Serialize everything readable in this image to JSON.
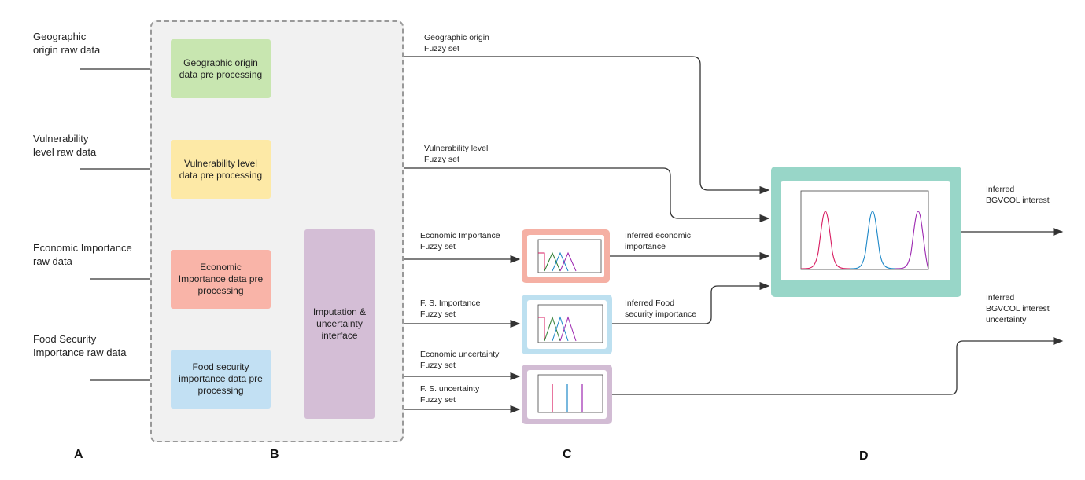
{
  "inputs": {
    "geo": "Geographic\norigin raw data",
    "vul": "Vulnerability\nlevel raw data",
    "eco": "Economic Importance\nraw data",
    "food": "Food Security\nImportance raw data"
  },
  "preprocessing": {
    "geo": "Geographic origin\ndata pre processing",
    "vul": "Vulnerability level\ndata pre processing",
    "eco": "Economic\nImportance data pre\nprocessing",
    "food": "Food security\nimportance data pre\nprocessing",
    "imputation": "Imputation &\nuncertainty\ninterface"
  },
  "fuzzy_labels": {
    "geo": "Geographic origin\nFuzzy set",
    "vul": "Vulnerability level\nFuzzy set",
    "eco": "Economic Importance\nFuzzy set",
    "fs": "F. S. Importance\nFuzzy set",
    "eco_unc": "Economic uncertainty\nFuzzy set",
    "fs_unc": "F. S. uncertainty\nFuzzy set"
  },
  "inferred": {
    "eco": "Inferred economic\nimportance",
    "food": "Inferred Food\nsecurity importance",
    "interest": "Inferred\nBGVCOL interest",
    "uncertainty": "Inferred\nBGVCOL interest\nuncertainty"
  },
  "stages": {
    "a": "A",
    "b": "B",
    "c": "C",
    "d": "D"
  },
  "colors": {
    "geo": "#c8e6b0",
    "vul": "#fde9a6",
    "eco": "#f9b4a8",
    "food": "#c2e0f3",
    "imputation": "#d4bed6",
    "output_frame": "#98d6c8",
    "eco_frame": "#f5b0a4",
    "fs_frame": "#bde0f0",
    "unc_frame": "#d2bcd4",
    "curve_red": "#d81b60",
    "curve_blue": "#1e88c8",
    "curve_purple": "#9c27b0"
  }
}
